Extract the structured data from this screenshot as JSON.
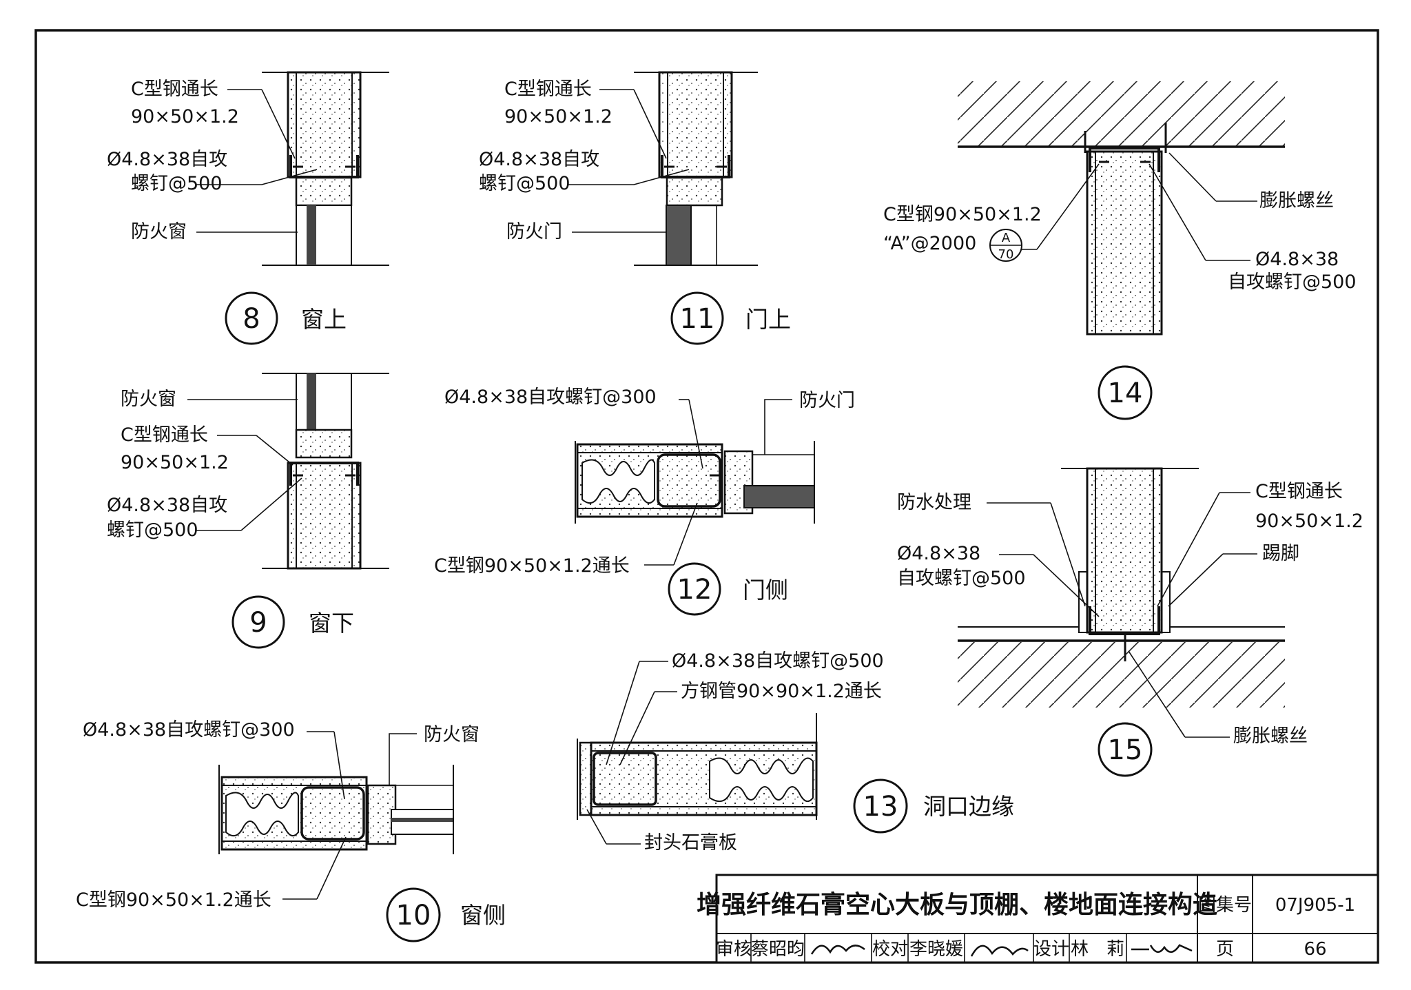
{
  "details": {
    "d8": {
      "num": "8",
      "title": "窗上",
      "c_steel_1": "C型钢通长",
      "c_steel_2": "90×50×1.2",
      "screw_1": "Ø4.8×38自攻",
      "screw_2": "螺钉@500",
      "fire_window": "防火窗"
    },
    "d11": {
      "num": "11",
      "title": "门上",
      "c_steel_1": "C型钢通长",
      "c_steel_2": "90×50×1.2",
      "screw_1": "Ø4.8×38自攻",
      "screw_2": "螺钉@500",
      "fire_door": "防火门"
    },
    "d14": {
      "num": "14",
      "c_steel_1": "C型钢90×50×1.2",
      "c_steel_2": "“A”@2000",
      "ref_top": "A",
      "ref_bottom": "70",
      "expansion_bolt": "膨胀螺丝",
      "screw_1": "Ø4.8×38",
      "screw_2": "自攻螺钉@500"
    },
    "d9": {
      "num": "9",
      "title": "窗下",
      "fire_window": "防火窗",
      "c_steel_1": "C型钢通长",
      "c_steel_2": "90×50×1.2",
      "screw_1": "Ø4.8×38自攻",
      "screw_2": "螺钉@500"
    },
    "d12": {
      "num": "12",
      "title": "门侧",
      "screw": "Ø4.8×38自攻螺钉@300",
      "fire_door": "防火门",
      "c_steel": "C型钢90×50×1.2通长"
    },
    "d15": {
      "num": "15",
      "waterproof": "防水处理",
      "c_steel_1": "C型钢通长",
      "c_steel_2": "90×50×1.2",
      "screw_1": "Ø4.8×38",
      "screw_2": "自攻螺钉@500",
      "skirting": "踢脚",
      "expansion_bolt": "膨胀螺丝"
    },
    "d10": {
      "num": "10",
      "title": "窗侧",
      "screw": "Ø4.8×38自攻螺钉@300",
      "fire_window": "防火窗",
      "c_steel": "C型钢90×50×1.2通长"
    },
    "d13": {
      "num": "13",
      "title": "洞口边缘",
      "screw": "Ø4.8×38自攻螺钉@500",
      "square_tube": "方钢管90×90×1.2通长",
      "end_board": "封头石膏板"
    }
  },
  "title_block": {
    "title": "增强纤维石膏空心大板与顶棚、楼地面连接构造",
    "atlas_label": "图集号",
    "atlas_no": "07J905-1",
    "review_label": "审核",
    "reviewer": "蔡昭昀",
    "check_label": "校对",
    "checker": "李晓媛",
    "design_label": "设计",
    "designer": "林　莉",
    "page_label": "页",
    "page_no": "66"
  }
}
